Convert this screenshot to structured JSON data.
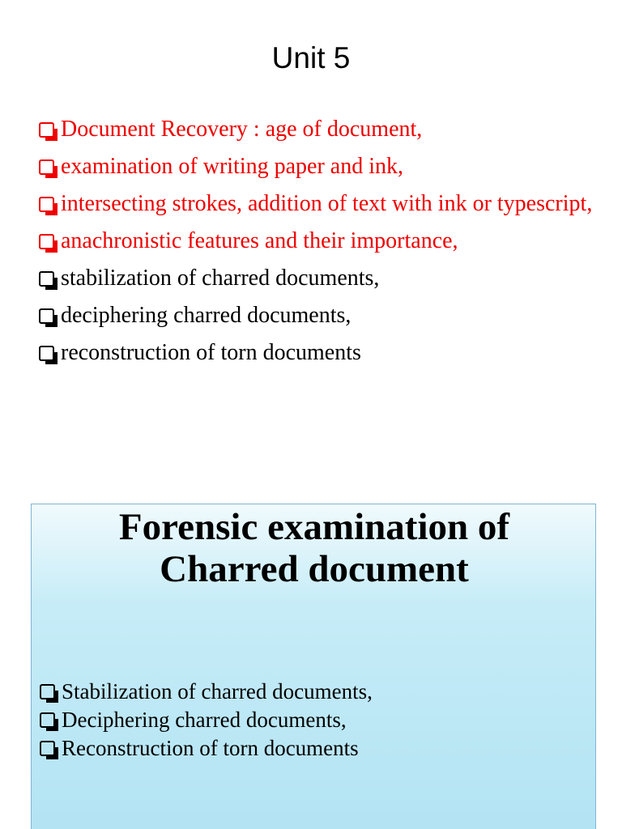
{
  "slide": {
    "title": "Unit 5",
    "items": [
      {
        "text": "Document Recovery : age of document,",
        "color": "#ee0000"
      },
      {
        "text": "examination of writing paper and ink,",
        "color": "#ee0000"
      },
      {
        "text": "intersecting strokes, addition of text with ink or typescript,",
        "color": "#ee0000"
      },
      {
        "text": "anachronistic features and their importance,",
        "color": "#ee0000"
      },
      {
        "text": "stabilization of charred documents,",
        "color": "#000000"
      },
      {
        "text": "deciphering charred documents,",
        "color": "#000000"
      },
      {
        "text": "reconstruction of torn documents",
        "color": "#000000"
      }
    ],
    "bullet_icon": "checkbox-bullet-icon"
  },
  "panel": {
    "title_line1": "Forensic examination of",
    "title_line2": "Charred document",
    "items": [
      {
        "text": "Stabilization of charred documents,"
      },
      {
        "text": "Deciphering charred documents,"
      },
      {
        "text": "Reconstruction of torn documents"
      }
    ],
    "background_color": "#b2e3f3"
  }
}
